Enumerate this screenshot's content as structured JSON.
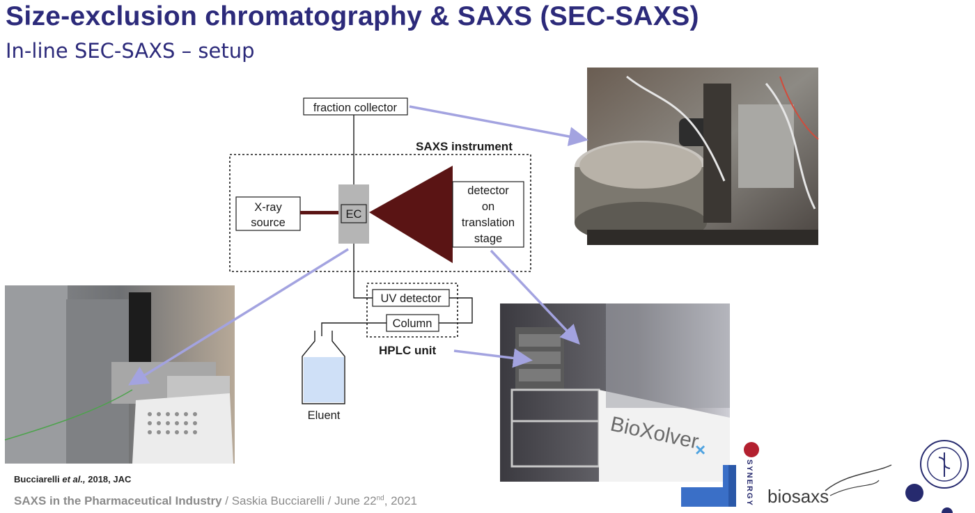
{
  "slide": {
    "title": "Size-exclusion chromatography & SAXS (SEC-SAXS)",
    "subtitle": "In-line SEC-SAXS – setup"
  },
  "diagram": {
    "fraction_collector": "fraction collector",
    "saxs_instrument": "SAXS instrument",
    "xray_source_line1": "X-ray",
    "xray_source_line2": "source",
    "ec": "EC",
    "detector_line1": "detector",
    "detector_line2": "on",
    "detector_line3": "translation",
    "detector_line4": "stage",
    "uv_detector": "UV detector",
    "column": "Column",
    "hplc_unit": "HPLC unit",
    "eluent": "Eluent"
  },
  "photos": {
    "bioxolver_brand": "BioXolver"
  },
  "citation": {
    "authors": "Bucciarelli ",
    "etal": "et al.,",
    "rest": " 2018, JAC"
  },
  "footer": {
    "talk_title": "SAXS in the Pharmaceutical Industry",
    "separator1": " / ",
    "speaker": "Saskia Bucciarelli",
    "separator2": " / ",
    "date_prefix": "June 22",
    "date_sup": "nd",
    "date_suffix": ", 2021"
  },
  "logos": {
    "synergy": "SYNERGY",
    "biosaxs": "biosaxs"
  },
  "colors": {
    "title": "#2c2a7a",
    "arrow": "#a3a3e0",
    "beam": "#5a1414",
    "ec_block": "#b5b5b5",
    "eluent_fill": "#cfe0f7",
    "logo_red": "#b3202f",
    "logo_navy": "#262a6e",
    "logo_blue": "#3a6fc7"
  }
}
